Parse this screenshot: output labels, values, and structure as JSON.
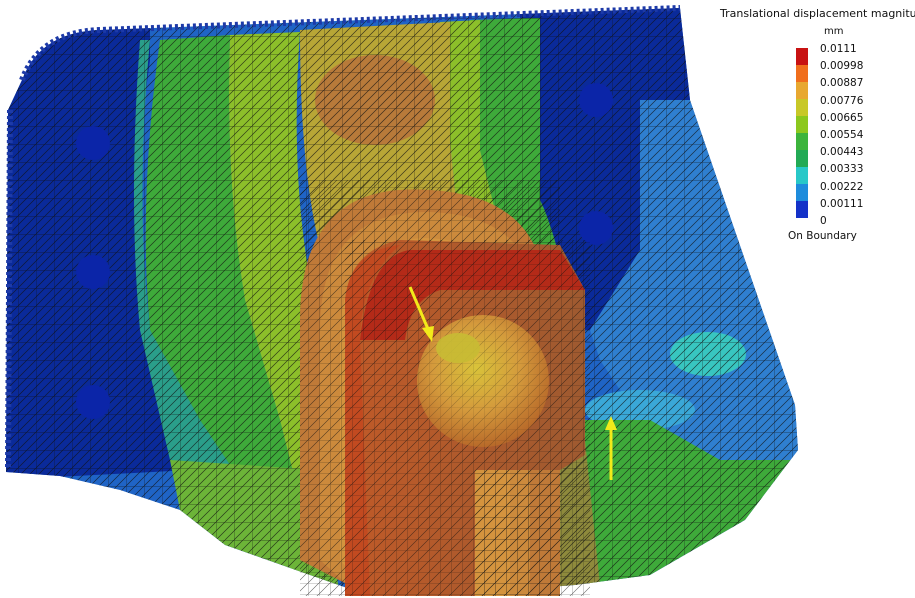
{
  "legend": {
    "title": "Translational displacement magnitude",
    "unit": "mm",
    "ticks": [
      "0.0111",
      "0.00998",
      "0.00887",
      "0.00776",
      "0.00665",
      "0.00554",
      "0.00443",
      "0.00333",
      "0.00222",
      "0.00111",
      "0"
    ],
    "footer": "On Boundary",
    "colors": [
      "#c81212",
      "#f06e1c",
      "#e8a830",
      "#c8c828",
      "#8cc81e",
      "#3cb43c",
      "#22aa55",
      "#28c8c8",
      "#1e8cdc",
      "#1432c8"
    ]
  },
  "viewport": {
    "contour_colors": {
      "dark_blue": "#0a2a9a",
      "mid_blue": "#1f64c6",
      "light_blue": "#3aa0d8",
      "cyan": "#38c6c0",
      "green": "#3eaa3a",
      "yellow_green": "#8cbf2a",
      "olive": "#b8a636",
      "orange": "#c86e28",
      "red": "#b42a18",
      "mesh_line": "#101010",
      "load_arrow": "#f2ea1a"
    }
  }
}
